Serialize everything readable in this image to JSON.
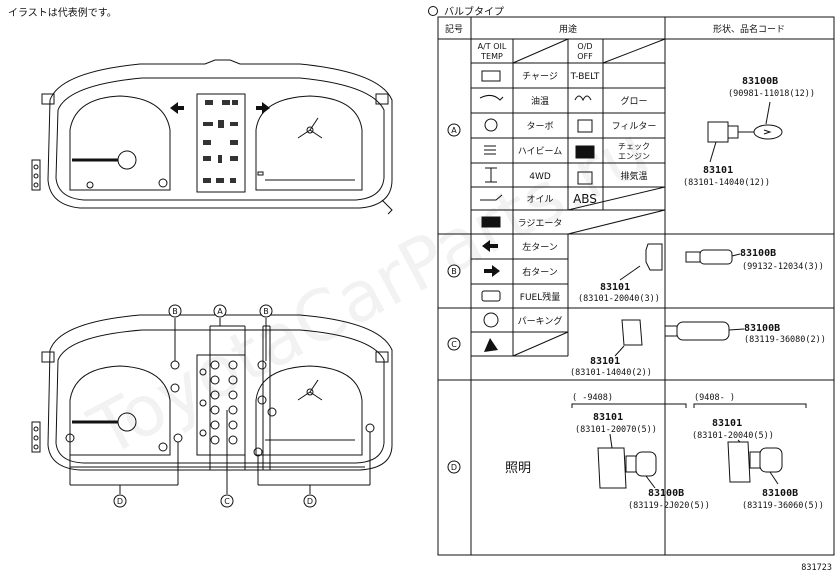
{
  "note": "イラストは代表例です。",
  "table_title": "バルブタイプ",
  "headers": {
    "code": "記号",
    "use": "用途",
    "shape": "形状、品名コード"
  },
  "groups": {
    "A": {
      "label": "A",
      "items": [
        "A/T OIL TEMP",
        "O/D OFF",
        "チャージ",
        "T-BELT",
        "油温",
        "グロー",
        "ターボ",
        "フィルター",
        "ハイビーム",
        "チェック エンジン",
        "4WD",
        "排気温",
        "オイル",
        "ABS",
        "ラジエータ"
      ],
      "part_main": "83100B",
      "part_main_code": "(90981-11018(12))",
      "part_socket": "83101",
      "part_socket_code": "(83101-14040(12))"
    },
    "B": {
      "label": "B",
      "items": [
        "左ターン",
        "右ターン",
        "FUEL残量"
      ],
      "part_main": "83100B",
      "part_main_code": "(99132-12034(3))",
      "part_socket": "83101",
      "part_socket_code": "(83101-20040(3))"
    },
    "C": {
      "label": "C",
      "items": [
        "パーキング"
      ],
      "part_main": "83100B",
      "part_main_code": "(83119-36080(2))",
      "part_socket": "83101",
      "part_socket_code": "(83101-14040(2))"
    },
    "D": {
      "label": "D",
      "use": "照明",
      "left_period": "( -9408)",
      "right_period": "(9408- )",
      "left_socket": "83101",
      "left_socket_code": "(83101-20070(5))",
      "left_bulb": "83100B",
      "left_bulb_code": "(83119-2J020(5))",
      "right_socket": "83101",
      "right_socket_code": "(83101-20040(5))",
      "right_bulb": "83100B",
      "right_bulb_code": "(83119-36060(5))"
    }
  },
  "callouts": [
    "B",
    "A",
    "B",
    "C",
    "D",
    "D"
  ],
  "figure_no": "831723",
  "watermark": "ToyotaCarParts.ru"
}
